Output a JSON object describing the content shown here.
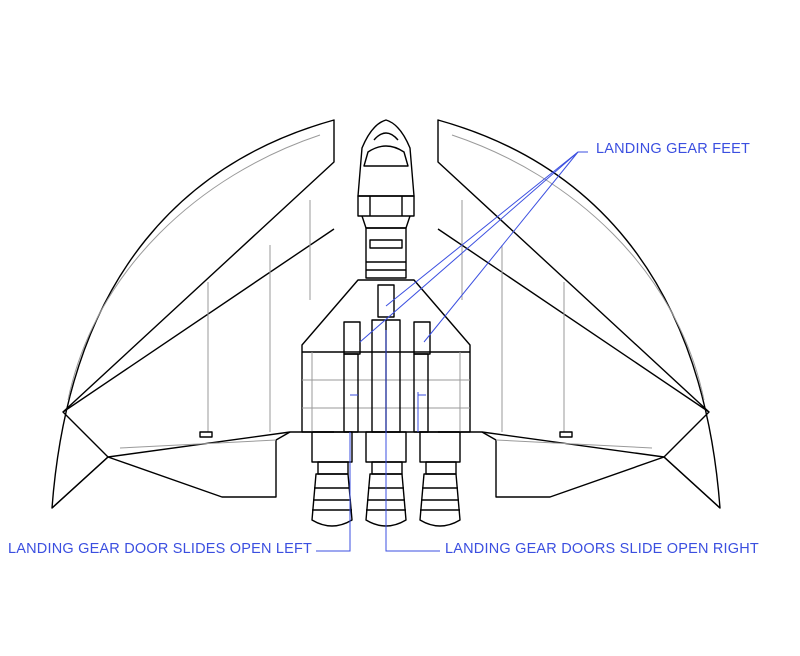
{
  "annotations": {
    "feet": "LANDING GEAR FEET",
    "door_left": "LANDING GEAR DOOR SLIDES OPEN LEFT",
    "doors_right": "LANDING GEAR DOORS SLIDE OPEN RIGHT"
  },
  "colors": {
    "line": "#000000",
    "detail": "#9a9a9a",
    "callout": "#3b4fe0"
  }
}
